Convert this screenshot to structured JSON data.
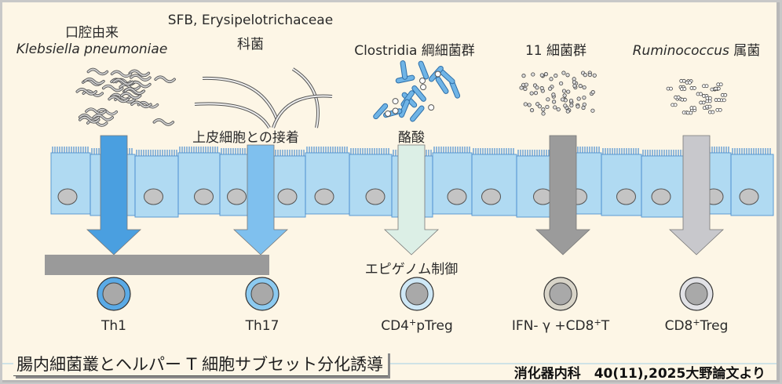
{
  "figure": {
    "caption": "腸内細菌叢とヘルパー T 細胞サブセット分化誘導",
    "source": "消化器内科　40(11),2025大野論文より"
  },
  "bacteria_groups": [
    {
      "line1": "口腔由来",
      "line2": "Klebsiella pneumoniae",
      "mechanism": "",
      "arrow_color": "#4a9fe0",
      "cell_label_main": "Th1",
      "cell_label_sup": "",
      "cell_label_tail": "",
      "cell_ring_color": "#5aaae6"
    },
    {
      "line1": "SFB, Erysipelotrichaceae",
      "line2": "科菌",
      "mechanism": "上皮細胞との接着",
      "arrow_color": "#7fc0ee",
      "cell_label_main": "Th17",
      "cell_label_sup": "",
      "cell_label_tail": "",
      "cell_ring_color": "#8ccaf0"
    },
    {
      "line1": "Clostridia 綱細菌群",
      "line2": "",
      "mechanism": "酪酸",
      "mechanism2": "エピゲノム制御",
      "arrow_color": "#dcefe6",
      "cell_label_main": "CD4",
      "cell_label_sup": "+",
      "cell_label_tail": "pTreg",
      "cell_ring_color": "#cfe8f6"
    },
    {
      "line1": "11 細菌群",
      "line2": "",
      "mechanism": "",
      "arrow_color": "#9b9b9b",
      "cell_label_main": "IFN- γ +CD8",
      "cell_label_sup": "+",
      "cell_label_tail": "T",
      "cell_ring_color": "#d8d4c8"
    },
    {
      "line1_italic": "Ruminococcus",
      "line1_tail": " 属菌",
      "line2": "",
      "mechanism": "",
      "arrow_color": "#c8c8cc",
      "cell_label_main": "CD8",
      "cell_label_sup": "+",
      "cell_label_tail": "Treg",
      "cell_ring_color": "#e2e2e6"
    }
  ],
  "colors": {
    "epithelium_fill": "#a8d8f4",
    "epithelium_stroke": "#4a8fd0",
    "nucleus": "#c4c4c4",
    "background": "#fdf6e6"
  }
}
